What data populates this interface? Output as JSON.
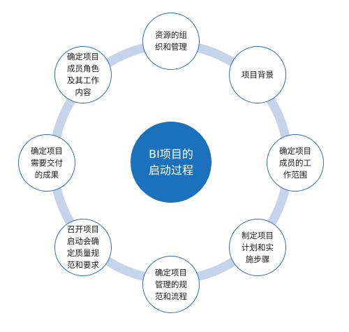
{
  "diagram": {
    "center": {
      "label": "BI项目的\n启动过程"
    },
    "steps": [
      {
        "label": "资源的组\n织和管理"
      },
      {
        "label": "项目背景"
      },
      {
        "label": "确定项目\n成员的工\n作范围"
      },
      {
        "label": "制定项目\n计划和实\n施步骤"
      },
      {
        "label": "确定项目\n管理的规\n范和流程"
      },
      {
        "label": "召开项目\n启动会确\n定质量规\n范和要求"
      },
      {
        "label": "确定项目\n需要交付\n的成果"
      },
      {
        "label": "确定项目\n成员角色\n及其工作\n内容"
      }
    ],
    "colors": {
      "ring": "#c5d4ea",
      "center_fill": "#1b71bb",
      "node_border": "#2f6db5"
    }
  }
}
